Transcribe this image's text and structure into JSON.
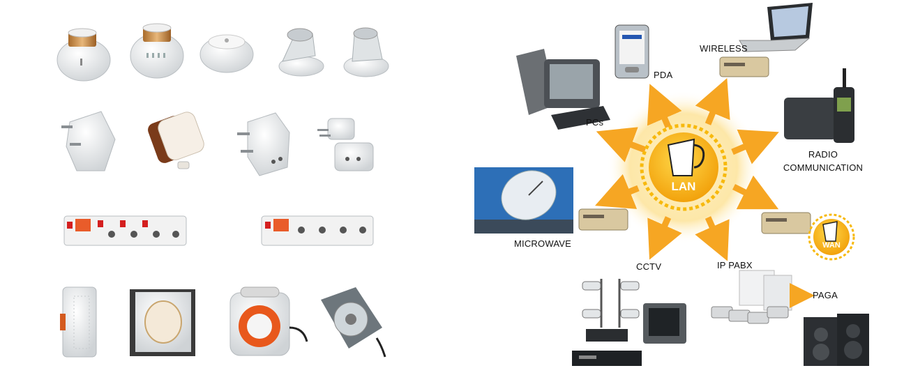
{
  "left_panel": {
    "rows": [
      [
        "lamp-holder-round",
        "lamp-holder-round-vented",
        "ceiling-rose",
        "angle-lamp-holder",
        "angle-lamp-holder"
      ],
      [
        "three-pin-plug",
        "two-pin-plug",
        "multi-plug-adapter",
        "two-pin-adapters"
      ],
      [
        "extension-board-four-socket",
        "extension-board-four-socket"
      ],
      [
        "door-bell",
        "switch-plate",
        "cable-reel",
        "cable-reel-square"
      ]
    ]
  },
  "network_diagram": {
    "hub_label": "LAN",
    "wan_label": "WAN",
    "nodes": {
      "pcs": "PCs",
      "pda": "PDA",
      "wireless": "WIRELESS",
      "radio_line1": "RADIO",
      "radio_line2": "COMMUNICATION",
      "microwave": "MICROWAVE",
      "cctv": "CCTV",
      "ip_pabx": "IP PABX",
      "paga": "PAGA"
    },
    "colors": {
      "arrow": "#f6a623",
      "hub": "#f7b90d",
      "glow": "#fde7a8",
      "modem": "#d9c8a0"
    }
  }
}
